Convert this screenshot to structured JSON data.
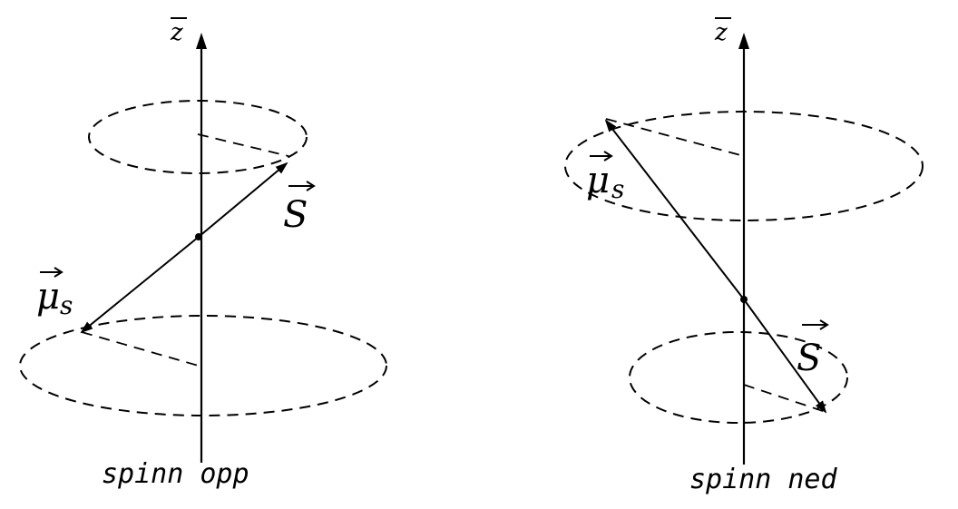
{
  "left_panel": {
    "axis_label": "z",
    "spin_label": "S",
    "moment_label": "μ",
    "moment_subscript": "s",
    "caption": "spinn opp"
  },
  "right_panel": {
    "axis_label": "z",
    "spin_label": "S",
    "moment_label": "μ",
    "moment_subscript": "s",
    "caption": "spinn ned"
  }
}
